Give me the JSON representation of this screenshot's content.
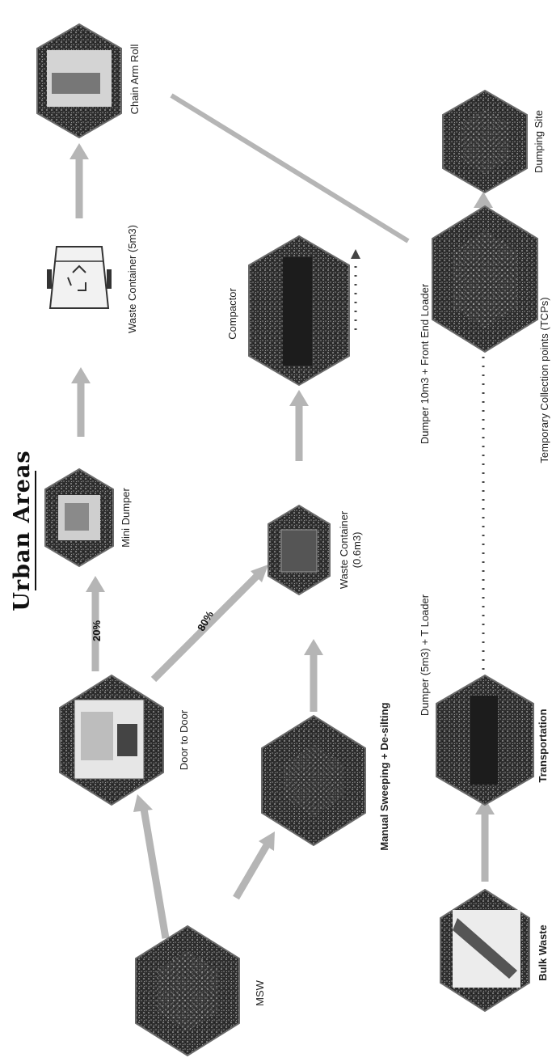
{
  "title": "Urban Areas",
  "colors": {
    "node_fill": "#2b2b2b",
    "node_stroke": "#6a6a6a",
    "arrow": "#b5b5b5",
    "dotted": "#444444",
    "text": "#222222"
  },
  "nodes": {
    "msw": {
      "label": "MSW",
      "icon": "hexagon-photo-icon"
    },
    "door_to_door": {
      "label": "Door to Door",
      "icon": "hexagon-photo-icon"
    },
    "mini_dumper": {
      "label": "Mini Dumper",
      "icon": "hexagon-photo-icon"
    },
    "waste_container_5m3": {
      "label": "Waste Container (5m3)",
      "icon": "container-icon"
    },
    "chain_arm_roll": {
      "label": "Chain Arm Roll",
      "icon": "hexagon-photo-icon"
    },
    "manual_sweeping": {
      "label": "Manual Sweeping + De-silting",
      "icon": "hexagon-photo-icon"
    },
    "waste_container_small": {
      "label_line1": "Waste Container",
      "label_line2": "(0.6m3)",
      "icon": "hexagon-photo-icon"
    },
    "compactor": {
      "label": "Compactor",
      "icon": "hexagon-photo-icon"
    },
    "bulk_waste": {
      "label": "Bulk Waste",
      "icon": "hexagon-photo-icon"
    },
    "transportation": {
      "label": "Transportation",
      "icon": "hexagon-photo-icon"
    },
    "tcps": {
      "label": "Temporary Collection points (TCPs)",
      "icon": "hexagon-photo-icon"
    },
    "dumping_site": {
      "label": "Dumping Site",
      "icon": "hexagon-photo-icon"
    }
  },
  "edges": {
    "door_to_minidumper_pct": "20%",
    "door_to_container_pct": "80%",
    "dumper_front_end_loader": "Dumper 10m3 + Front End Loader",
    "dumper_t_loader": "Dumper (5m3) + T Loader"
  }
}
